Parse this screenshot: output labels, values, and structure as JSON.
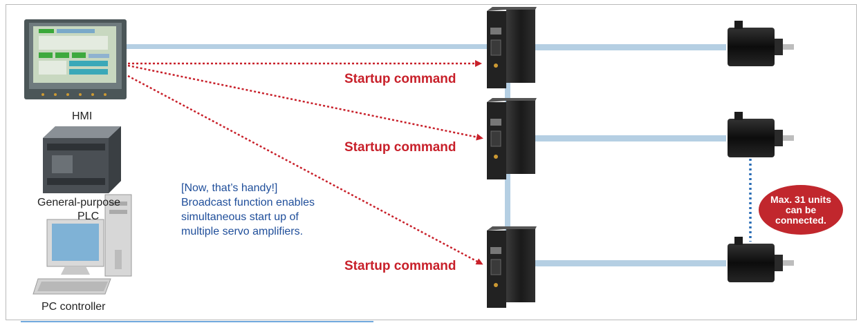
{
  "devices": {
    "hmi_label": "HMI",
    "plc_label_line1": "General-purpose",
    "plc_label_line2": "PLC",
    "pc_label": "PC controller"
  },
  "commands": {
    "top": "Startup command",
    "middle": "Startup command",
    "bottom": "Startup command"
  },
  "note": {
    "line1": "[Now, that’s handy!]",
    "line2": "Broadcast function enables",
    "line3": "simultaneous start up of",
    "line4": "multiple servo amplifiers."
  },
  "badge": {
    "line1": "Max. 31 units",
    "line2": "can be",
    "line3": "connected."
  },
  "colors": {
    "cable": "#b5cfe3",
    "command_arrow": "#c8202a",
    "chain_dots": "#2a6db5",
    "note_text": "#1f4e9a",
    "badge": "#c1272d"
  }
}
